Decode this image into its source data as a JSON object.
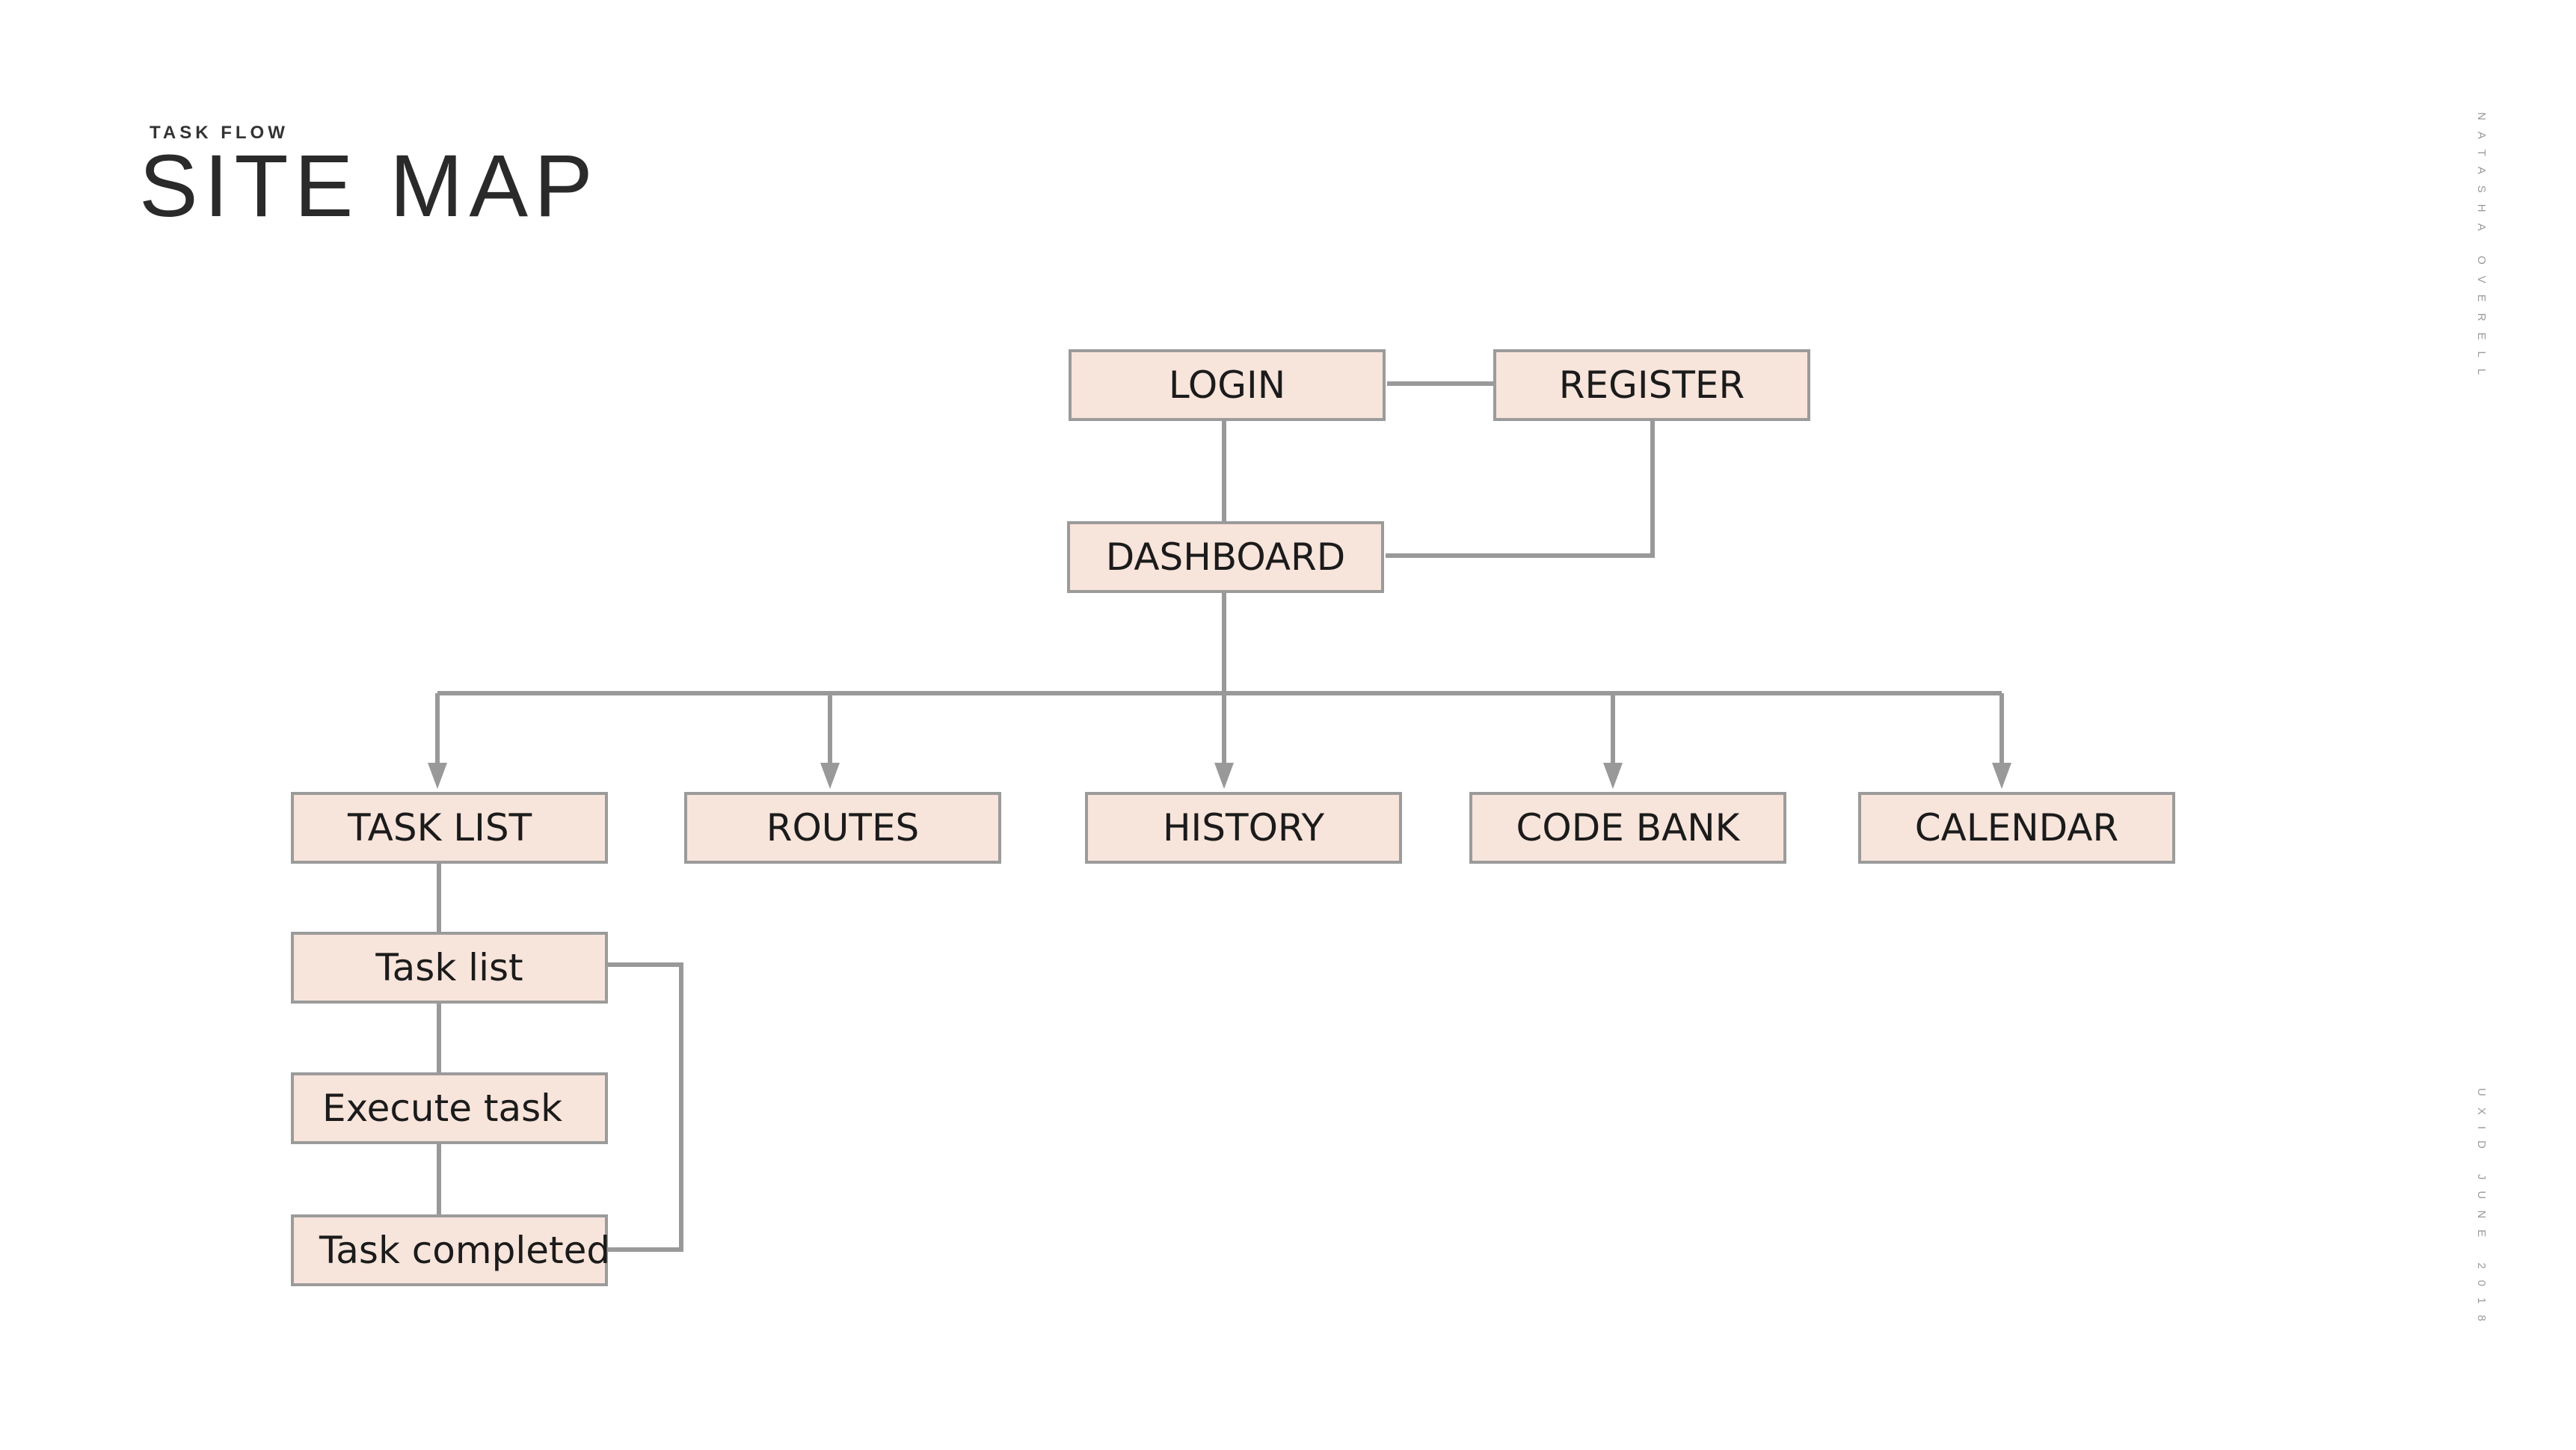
{
  "header": {
    "eyebrow": "TASK FLOW",
    "title": "SITE MAP"
  },
  "side": {
    "author": "NATASHA OVERELL",
    "date": "UXID JUNE 2018"
  },
  "nodes": {
    "login": "LOGIN",
    "register": "REGISTER",
    "dashboard": "DASHBOARD",
    "task_list": "TASK LIST",
    "routes": "ROUTES",
    "history": "HISTORY",
    "code_bank": "CODE BANK",
    "calendar": "CALENDAR",
    "task_list_sub": "Task list",
    "execute_task": "Execute task",
    "task_completed": "Task completed"
  },
  "colors": {
    "node_fill": "#f7e4db",
    "node_border": "#9b9b9b",
    "connector": "#999999"
  }
}
